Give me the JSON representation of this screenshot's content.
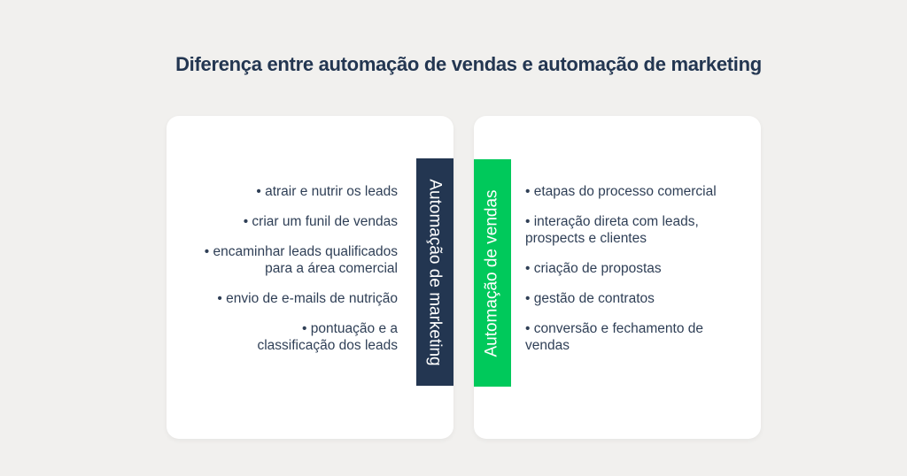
{
  "title": "Diferença entre automação de vendas e automação de marketing",
  "marketing": {
    "label": "Automação de marketing",
    "color": "#233651",
    "items": [
      "• atrair e nutrir os leads",
      "• criar um funil de vendas",
      "• encaminhar leads qualificados para a área comercial",
      "• envio de e-mails de nutrição",
      "• pontuação e a classificação dos leads"
    ]
  },
  "vendas": {
    "label": "Automação de vendas",
    "color": "#00c95b",
    "items": [
      "• etapas do processo comercial",
      "• interação direta com leads, prospects e clientes",
      "• criação de propostas",
      "• gestão de contratos",
      "• conversão e fechamento de vendas"
    ]
  }
}
